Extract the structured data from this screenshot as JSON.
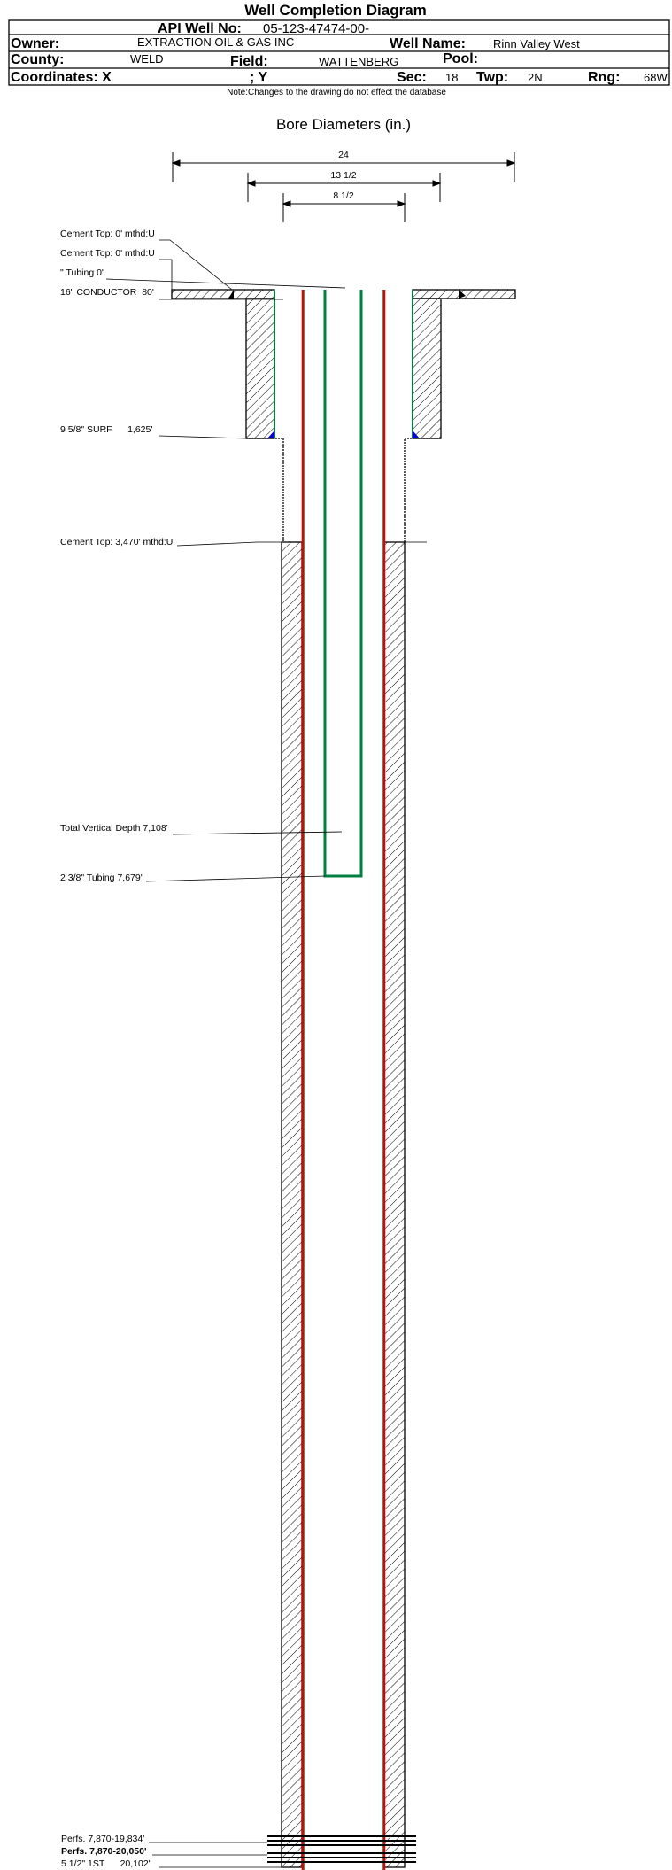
{
  "title": "Well Completion Diagram",
  "header": {
    "api_label": "API Well No:",
    "api_value": "05-123-47474-00-",
    "owner_label": "Owner:",
    "owner_value": "EXTRACTION OIL & GAS INC",
    "well_name_label": "Well Name:",
    "well_name_value": "Rinn Valley West",
    "county_label": "County:",
    "county_value": "WELD",
    "field_label": "Field:",
    "field_value": "WATTENBERG",
    "pool_label": "Pool:",
    "coord_x_label": "Coordinates: X",
    "coord_y_label": "; Y",
    "sec_label": "Sec:",
    "sec_value": "18",
    "twp_label": "Twp:",
    "twp_value": "2N",
    "rng_label": "Rng:",
    "rng_value": "68W"
  },
  "note": "Note:Changes to the drawing do not effect the database",
  "bore": {
    "title": "Bore Diameters (in.)",
    "diameters": [
      "24",
      "13 1/2",
      "8 1/2"
    ]
  },
  "annotations": {
    "cement_top_1": "Cement Top: 0' mthd:U",
    "cement_top_2": "Cement Top: 0' mthd:U",
    "tubing_0": "\" Tubing 0'",
    "conductor": "16\" CONDUCTOR  80'",
    "surf": "9 5/8\" SURF      1,625'",
    "cement_top_3": "Cement Top: 3,470' mthd:U",
    "tvd": "Total Vertical Depth 7,108'",
    "tubing": "2 3/8\" Tubing 7,679'",
    "perfs_1": "Perfs. 7,870-19,834'",
    "perfs_2": "Perfs. 7,870-20,050'",
    "prod": "5 1/2\" 1ST      20,102'"
  },
  "colors": {
    "casing_red": "#e00000",
    "tubing_green": "#008040",
    "cement_blue": "#0000cc"
  }
}
